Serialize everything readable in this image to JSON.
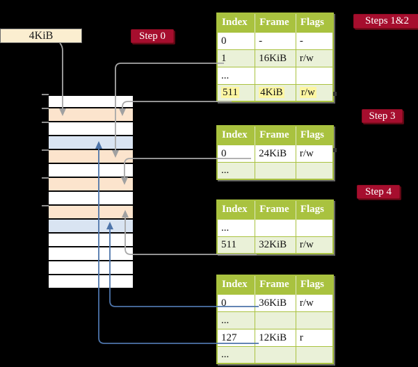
{
  "root_pointer": {
    "label": "4KiB"
  },
  "badges": {
    "step0": "Step 0",
    "steps12": "Steps 1&2",
    "step3": "Step 3",
    "step4": "Step 4"
  },
  "page_tables": [
    {
      "id": "pt-steps12",
      "headers": [
        "Index",
        "Frame",
        "Flags"
      ],
      "rows": [
        {
          "cells": [
            "0",
            "-",
            "-"
          ],
          "shaded": false,
          "highlight": false
        },
        {
          "cells": [
            "1",
            "16KiB",
            "r/w"
          ],
          "shaded": true,
          "highlight": false
        },
        {
          "cells": [
            "...",
            "",
            ""
          ],
          "shaded": false,
          "highlight": false
        },
        {
          "cells": [
            "511",
            "4KiB",
            "r/w"
          ],
          "shaded": true,
          "highlight": true
        }
      ]
    },
    {
      "id": "pt-step3",
      "headers": [
        "Index",
        "Frame",
        "Flags"
      ],
      "rows": [
        {
          "cells": [
            "0",
            "24KiB",
            "r/w"
          ],
          "shaded": false,
          "highlight": false
        },
        {
          "cells": [
            "...",
            "",
            ""
          ],
          "shaded": true,
          "highlight": false
        }
      ]
    },
    {
      "id": "pt-step4",
      "headers": [
        "Index",
        "Frame",
        "Flags"
      ],
      "rows": [
        {
          "cells": [
            "...",
            "",
            ""
          ],
          "shaded": false,
          "highlight": false
        },
        {
          "cells": [
            "511",
            "32KiB",
            "r/w"
          ],
          "shaded": true,
          "highlight": false
        }
      ]
    },
    {
      "id": "pt-last",
      "headers": [
        "Index",
        "Frame",
        "Flags"
      ],
      "rows": [
        {
          "cells": [
            "0",
            "36KiB",
            "r/w"
          ],
          "shaded": false,
          "highlight": false
        },
        {
          "cells": [
            "...",
            "",
            ""
          ],
          "shaded": true,
          "highlight": false
        },
        {
          "cells": [
            "127",
            "12KiB",
            "r"
          ],
          "shaded": false,
          "highlight": false
        },
        {
          "cells": [
            "...",
            "",
            ""
          ],
          "shaded": true,
          "highlight": false
        }
      ]
    }
  ],
  "memory": {
    "rows": [
      "white",
      "peach",
      "white",
      "blue",
      "peach",
      "white",
      "peach",
      "white",
      "peach",
      "blue",
      "white",
      "white",
      "white",
      "white"
    ],
    "ticks_y": [
      136,
      156,
      176,
      216,
      256,
      296
    ]
  },
  "connectors": [
    {
      "name": "root-to-frame-4kib",
      "color": "gray"
    },
    {
      "name": "entry1-to-frame-16kib",
      "color": "gray"
    },
    {
      "name": "entry511-to-frame-4kib",
      "color": "gray"
    },
    {
      "name": "entry0-to-frame-24kib",
      "color": "gray"
    },
    {
      "name": "entry511-to-frame-32kib",
      "color": "gray"
    },
    {
      "name": "entry0-to-frame-36kib",
      "color": "blue"
    },
    {
      "name": "entry127-to-frame-12kib",
      "color": "blue"
    }
  ],
  "colors": {
    "background": "#000000",
    "table_header_green": "#a9c23f",
    "table_row_green": "#eaf1d8",
    "highlight_yellow": "#fdf6a2",
    "frame_peach": "#fce4cd",
    "frame_blue": "#d9e4f2",
    "badge_red": "#a60e2e",
    "root_box_cream": "#fbeed0",
    "gray_line": "#a8a8a8",
    "blue_line": "#4d74aa"
  }
}
